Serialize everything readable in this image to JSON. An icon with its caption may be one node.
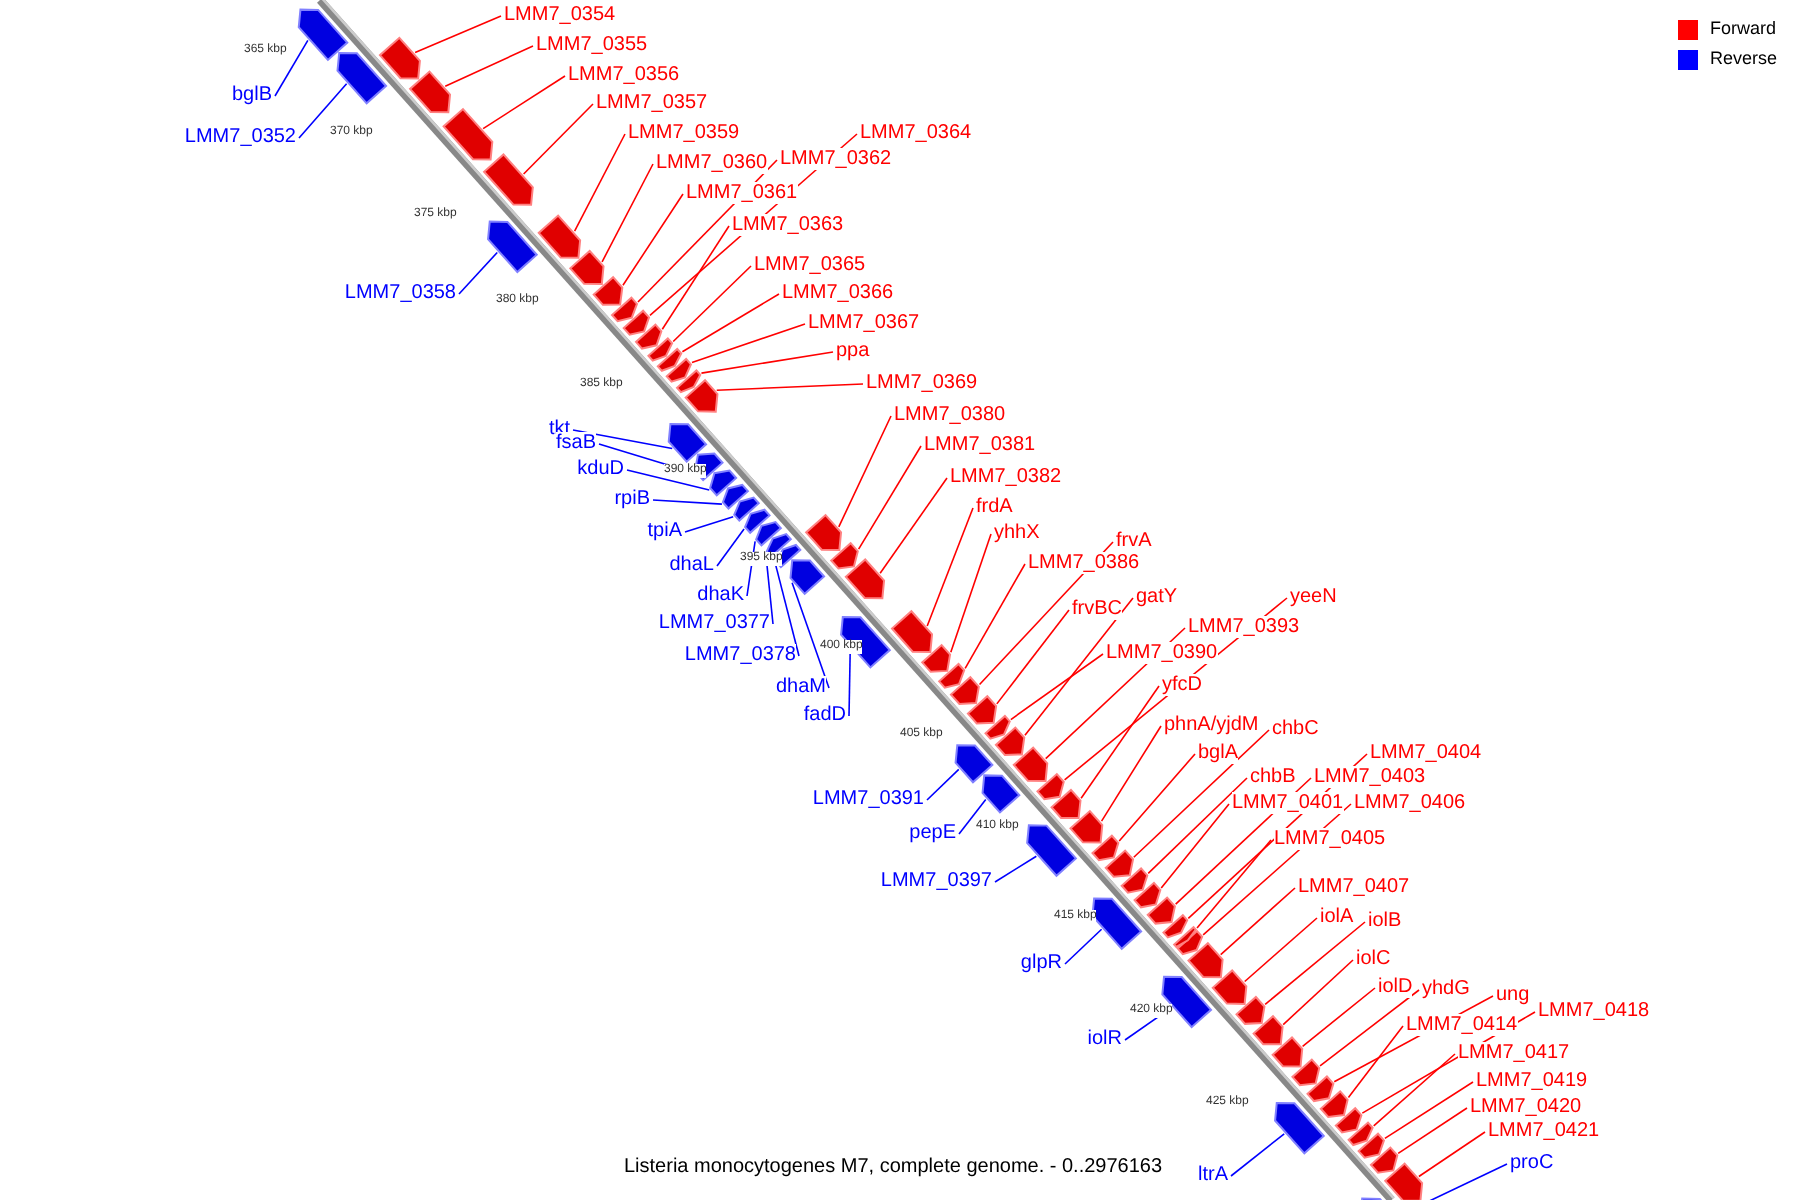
{
  "diagram": {
    "caption": "Listeria monocytogenes M7, complete genome. - 0..2976163",
    "nodes": [
      {
        "text": [
          "LMM7_0354"
        ]
      },
      {
        "text": [
          "LMM7_0355"
        ]
      },
      {
        "text": [
          "bglB"
        ]
      },
      {
        "text": [
          "LMM7_0356"
        ]
      },
      {
        "text": [
          "LMM7_0357"
        ]
      },
      {
        "text": [
          "LMM7_0352"
        ]
      },
      {
        "text": [
          "LMM7_0364"
        ]
      },
      {
        "text": [
          "LMM7_0359"
        ]
      },
      {
        "text": [
          "LMM7_0360"
        ]
      },
      {
        "text": [
          "LMM7_0362"
        ]
      },
      {
        "text": [
          "LMM7_0361"
        ]
      },
      {
        "text": [
          "LMM7_0363"
        ]
      },
      {
        "text": [
          "LMM7_0365"
        ]
      },
      {
        "text": [
          "LMM7_0358"
        ]
      },
      {
        "text": [
          "LMM7_0366"
        ]
      },
      {
        "text": [
          "LMM7_0367"
        ]
      },
      {
        "text": [
          "ppa"
        ]
      },
      {
        "text": [
          "LMM7_0369"
        ]
      },
      {
        "text": [
          "tkt"
        ]
      },
      {
        "text": [
          "LMM7_0380"
        ]
      },
      {
        "text": [
          "fsaB"
        ]
      },
      {
        "text": [
          "LMM7_0381"
        ]
      },
      {
        "text": [
          "kduD"
        ]
      },
      {
        "text": [
          "LMM7_0382"
        ]
      },
      {
        "text": [
          "rpiB"
        ]
      },
      {
        "text": [
          "frdA"
        ]
      },
      {
        "text": [
          "tpiA"
        ]
      },
      {
        "text": [
          "yhhX"
        ]
      },
      {
        "text": [
          "frvA"
        ]
      },
      {
        "text": [
          "LMM7_0386"
        ]
      },
      {
        "text": [
          "dhaL"
        ]
      },
      {
        "text": [
          "dhaK"
        ]
      },
      {
        "text": [
          "gatY"
        ]
      },
      {
        "text": [
          "frvBC"
        ]
      },
      {
        "text": [
          "yeeN"
        ]
      },
      {
        "text": [
          "LMM7_0377"
        ]
      },
      {
        "text": [
          "LMM7_0393"
        ]
      },
      {
        "text": [
          "LMM7_0390"
        ]
      },
      {
        "text": [
          "LMM7_0378"
        ]
      },
      {
        "text": [
          "dhaM"
        ]
      },
      {
        "text": [
          "yfcD"
        ]
      },
      {
        "text": [
          "fadD"
        ]
      },
      {
        "text": [
          "phnA/yjdM"
        ]
      },
      {
        "text": [
          "chbC"
        ]
      },
      {
        "text": [
          "bglA"
        ]
      },
      {
        "text": [
          "LMM7_0404"
        ]
      },
      {
        "text": [
          "chbB"
        ]
      },
      {
        "text": [
          "LMM7_0403"
        ]
      },
      {
        "text": [
          "LMM7_0391"
        ]
      },
      {
        "text": [
          "LMM7_0401"
        ]
      },
      {
        "text": [
          "LMM7_0406"
        ]
      },
      {
        "text": [
          "pepE"
        ]
      },
      {
        "text": [
          "LMM7_0405"
        ]
      },
      {
        "text": [
          "LMM7_0397"
        ]
      },
      {
        "text": [
          "LMM7_0407"
        ]
      },
      {
        "text": [
          "iolA"
        ]
      },
      {
        "text": [
          "iolB"
        ]
      },
      {
        "text": [
          "iolC"
        ]
      },
      {
        "text": [
          "glpR"
        ]
      },
      {
        "text": [
          "iolD"
        ]
      },
      {
        "text": [
          "yhdG"
        ]
      },
      {
        "text": [
          "ung"
        ]
      },
      {
        "text": [
          "LMM7_0418"
        ]
      },
      {
        "text": [
          "LMM7_0414"
        ]
      },
      {
        "text": [
          "iolR"
        ]
      },
      {
        "text": [
          "LMM7_0417"
        ]
      },
      {
        "text": [
          "LMM7_0419"
        ]
      },
      {
        "text": [
          "LMM7_0420"
        ]
      },
      {
        "text": [
          "LMM7_0421"
        ]
      },
      {
        "text": [
          "proC"
        ]
      },
      {
        "text": [
          "ltrA"
        ]
      },
      {
        "text": [],
        "shape": "arrow"
      },
      {
        "text": [],
        "shape": "arrow"
      },
      {
        "text": [],
        "shape": "arrow"
      },
      {
        "text": [],
        "shape": "arrow"
      },
      {
        "text": [],
        "shape": "arrow"
      },
      {
        "text": [],
        "shape": "arrow"
      },
      {
        "text": [],
        "shape": "arrow"
      },
      {
        "text": [],
        "shape": "arrow"
      },
      {
        "text": [],
        "shape": "arrow"
      },
      {
        "text": [],
        "shape": "arrow"
      },
      {
        "text": [],
        "shape": "arrow"
      },
      {
        "text": [],
        "shape": "arrow"
      },
      {
        "text": [],
        "shape": "arrow"
      },
      {
        "text": [],
        "shape": "arrow"
      },
      {
        "text": [],
        "shape": "arrow"
      },
      {
        "text": [],
        "shape": "arrow"
      },
      {
        "text": [],
        "shape": "arrow"
      },
      {
        "text": [],
        "shape": "arrow"
      },
      {
        "text": [],
        "shape": "arrow"
      },
      {
        "text": [],
        "shape": "arrow"
      },
      {
        "text": [],
        "shape": "arrow"
      },
      {
        "text": [],
        "shape": "arrow"
      },
      {
        "text": [],
        "shape": "arrow"
      },
      {
        "text": [],
        "shape": "arrow"
      },
      {
        "text": [],
        "shape": "arrow"
      },
      {
        "text": [],
        "shape": "arrow"
      },
      {
        "text": [],
        "shape": "arrow"
      },
      {
        "text": [],
        "shape": "arrow"
      },
      {
        "text": [],
        "shape": "arrow"
      },
      {
        "text": [],
        "shape": "arrow"
      },
      {
        "text": [],
        "shape": "arrow"
      },
      {
        "text": [],
        "shape": "arrow"
      },
      {
        "text": [],
        "shape": "arrow"
      },
      {
        "text": [],
        "shape": "arrow"
      },
      {
        "text": [],
        "shape": "arrow"
      },
      {
        "text": [],
        "shape": "arrow"
      },
      {
        "text": [],
        "shape": "arrow"
      },
      {
        "text": [],
        "shape": "arrow"
      },
      {
        "text": [],
        "shape": "arrow"
      },
      {
        "text": [],
        "shape": "arrow"
      },
      {
        "text": [],
        "shape": "arrow"
      },
      {
        "text": [],
        "shape": "arrow"
      },
      {
        "text": [],
        "shape": "arrow"
      },
      {
        "text": [],
        "shape": "arrow"
      },
      {
        "text": [],
        "shape": "arrow"
      },
      {
        "text": [],
        "shape": "arrow"
      },
      {
        "text": [],
        "shape": "arrow"
      },
      {
        "text": [],
        "shape": "arrow"
      },
      {
        "text": [],
        "shape": "arrow"
      },
      {
        "text": [],
        "shape": "arrow"
      },
      {
        "text": [],
        "shape": "arrow"
      },
      {
        "text": [],
        "shape": "arrow"
      },
      {
        "text": [],
        "shape": "arrow"
      },
      {
        "text": [],
        "shape": "arrow"
      },
      {
        "text": [],
        "shape": "arrow"
      },
      {
        "text": [],
        "shape": "arrow"
      },
      {
        "text": [],
        "shape": "arrow"
      },
      {
        "text": [],
        "shape": "arrow"
      },
      {
        "text": [],
        "shape": "arrow"
      },
      {
        "text": [],
        "shape": "arrow"
      },
      {
        "text": [],
        "shape": "arrow"
      },
      {
        "text": [],
        "shape": "arrow"
      },
      {
        "text": [],
        "shape": "arrow"
      },
      {
        "text": [],
        "shape": "arrow"
      },
      {
        "text": [],
        "shape": "arrow"
      },
      {
        "text": [],
        "shape": "arrow"
      },
      {
        "text": [],
        "shape": "arrow"
      },
      {
        "text": [],
        "shape": "arrow"
      },
      {
        "text": [],
        "shape": "arrow"
      },
      {
        "text": [],
        "shape": "arrow"
      },
      {
        "text": [],
        "shape": "arrow"
      }
    ],
    "edges": [
      {
        "from": 0,
        "to": 71,
        "arrow": "none"
      },
      {
        "from": 1,
        "to": 72,
        "arrow": "none"
      },
      {
        "from": 2,
        "to": 73,
        "arrow": "none",
        "color": "#0000ff"
      },
      {
        "from": 3,
        "to": 74,
        "arrow": "none"
      },
      {
        "from": 4,
        "to": 75,
        "arrow": "none"
      },
      {
        "from": 5,
        "to": 76,
        "arrow": "none",
        "color": "#0000ff"
      },
      {
        "from": 6,
        "to": 77,
        "arrow": "none"
      },
      {
        "from": 7,
        "to": 78,
        "arrow": "none"
      },
      {
        "from": 8,
        "to": 79,
        "arrow": "none"
      },
      {
        "from": 9,
        "to": 80,
        "arrow": "none"
      },
      {
        "from": 10,
        "to": 81,
        "arrow": "none"
      },
      {
        "from": 11,
        "to": 82,
        "arrow": "none"
      },
      {
        "from": 12,
        "to": 83,
        "arrow": "none"
      },
      {
        "from": 13,
        "to": 84,
        "arrow": "none",
        "color": "#0000ff"
      },
      {
        "from": 14,
        "to": 85,
        "arrow": "none"
      },
      {
        "from": 15,
        "to": 86,
        "arrow": "none"
      },
      {
        "from": 16,
        "to": 87,
        "arrow": "none"
      },
      {
        "from": 17,
        "to": 88,
        "arrow": "none"
      },
      {
        "from": 18,
        "to": 89,
        "arrow": "none",
        "color": "#0000ff"
      },
      {
        "from": 19,
        "to": 90,
        "arrow": "none"
      },
      {
        "from": 20,
        "to": 91,
        "arrow": "none",
        "color": "#0000ff"
      },
      {
        "from": 21,
        "to": 92,
        "arrow": "none"
      },
      {
        "from": 22,
        "to": 93,
        "arrow": "none",
        "color": "#0000ff"
      },
      {
        "from": 23,
        "to": 94,
        "arrow": "none"
      },
      {
        "from": 24,
        "to": 95,
        "arrow": "none",
        "color": "#0000ff"
      },
      {
        "from": 25,
        "to": 96,
        "arrow": "none"
      },
      {
        "from": 26,
        "to": 97,
        "arrow": "none",
        "color": "#0000ff"
      },
      {
        "from": 27,
        "to": 98,
        "arrow": "none"
      },
      {
        "from": 28,
        "to": 99,
        "arrow": "none"
      },
      {
        "from": 29,
        "to": 100,
        "arrow": "none"
      },
      {
        "from": 30,
        "to": 101,
        "arrow": "none",
        "color": "#0000ff"
      },
      {
        "from": 31,
        "to": 102,
        "arrow": "none",
        "color": "#0000ff"
      },
      {
        "from": 32,
        "to": 103,
        "arrow": "none"
      },
      {
        "from": 33,
        "to": 104,
        "arrow": "none"
      },
      {
        "from": 34,
        "to": 105,
        "arrow": "none"
      },
      {
        "from": 35,
        "to": 106,
        "arrow": "none",
        "color": "#0000ff"
      },
      {
        "from": 36,
        "to": 107,
        "arrow": "none"
      },
      {
        "from": 37,
        "to": 108,
        "arrow": "none"
      },
      {
        "from": 38,
        "to": 109,
        "arrow": "none",
        "color": "#0000ff"
      },
      {
        "from": 39,
        "to": 110,
        "arrow": "none",
        "color": "#0000ff"
      },
      {
        "from": 40,
        "to": 111,
        "arrow": "none"
      },
      {
        "from": 41,
        "to": 112,
        "arrow": "none",
        "color": "#0000ff"
      },
      {
        "from": 42,
        "to": 113,
        "arrow": "none"
      },
      {
        "from": 43,
        "to": 114,
        "arrow": "none"
      },
      {
        "from": 44,
        "to": 115,
        "arrow": "none"
      },
      {
        "from": 45,
        "to": 116,
        "arrow": "none"
      },
      {
        "from": 46,
        "to": 117,
        "arrow": "none"
      },
      {
        "from": 47,
        "to": 118,
        "arrow": "none"
      },
      {
        "from": 48,
        "to": 119,
        "arrow": "none",
        "color": "#0000ff"
      },
      {
        "from": 49,
        "to": 120,
        "arrow": "none"
      },
      {
        "from": 50,
        "to": 121,
        "arrow": "none"
      },
      {
        "from": 51,
        "to": 122,
        "arrow": "none",
        "color": "#0000ff"
      },
      {
        "from": 52,
        "to": 123,
        "arrow": "none"
      },
      {
        "from": 53,
        "to": 124,
        "arrow": "none",
        "color": "#0000ff"
      },
      {
        "from": 54,
        "to": 125,
        "arrow": "none"
      },
      {
        "from": 55,
        "to": 126,
        "arrow": "none"
      },
      {
        "from": 56,
        "to": 127,
        "arrow": "none"
      },
      {
        "from": 57,
        "to": 128,
        "arrow": "none"
      },
      {
        "from": 58,
        "to": 129,
        "arrow": "none",
        "color": "#0000ff"
      },
      {
        "from": 59,
        "to": 130,
        "arrow": "none"
      },
      {
        "from": 60,
        "to": 131,
        "arrow": "none"
      },
      {
        "from": 61,
        "to": 132,
        "arrow": "none"
      },
      {
        "from": 62,
        "to": 133,
        "arrow": "none"
      },
      {
        "from": 63,
        "to": 134,
        "arrow": "none"
      },
      {
        "from": 64,
        "to": 135,
        "arrow": "none",
        "color": "#0000ff"
      },
      {
        "from": 65,
        "to": 136,
        "arrow": "none"
      },
      {
        "from": 66,
        "to": 137,
        "arrow": "none"
      },
      {
        "from": 67,
        "to": 138,
        "arrow": "none"
      },
      {
        "from": 68,
        "to": 139,
        "arrow": "none"
      },
      {
        "from": 69,
        "to": 140,
        "arrow": "none",
        "color": "#0000ff"
      },
      {
        "from": 70,
        "to": 141,
        "arrow": "none",
        "color": "#0000ff"
      }
    ],
    "labels": [
      "365 kbp",
      "370 kbp",
      "375 kbp",
      "380 kbp",
      "385 kbp",
      "390 kbp",
      "395 kbp",
      "400 kbp",
      "405 kbp",
      "410 kbp",
      "415 kbp",
      "420 kbp",
      "425 kbp"
    ],
    "legend": [
      {
        "text": "Forward",
        "color": "#ff0000"
      },
      {
        "text": "Reverse",
        "color": "#0000ff"
      }
    ]
  }
}
